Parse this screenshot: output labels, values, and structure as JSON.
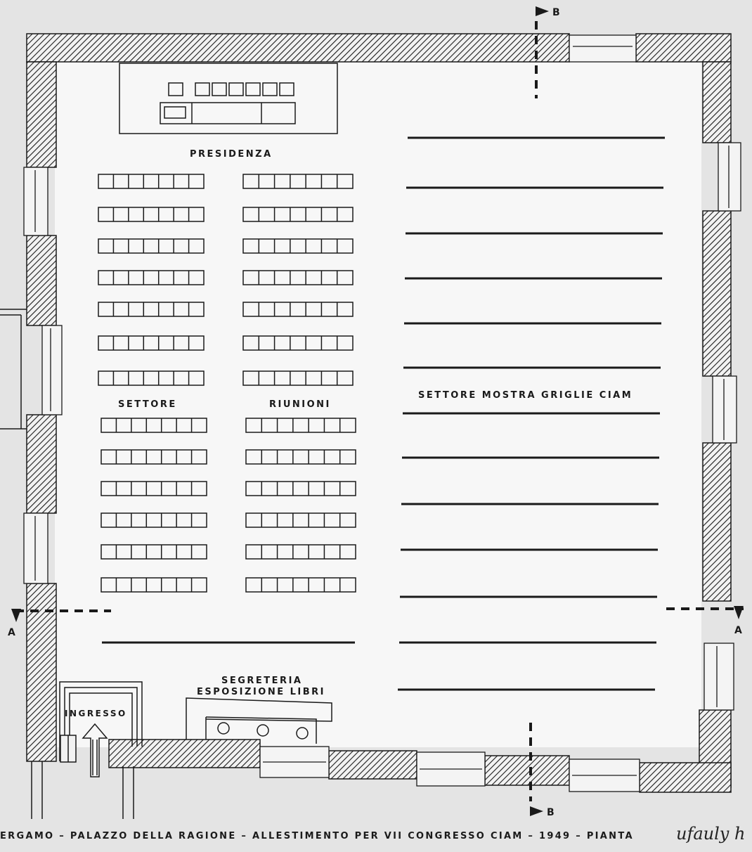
{
  "labels": {
    "presidenza": "PRESIDENZA",
    "settore": "SETTORE",
    "riunioni": "RIUNIONI",
    "mostra": "SETTORE MOSTRA GRIGLIE CIAM",
    "segreteria": "SEGRETERIA",
    "esposizione": "ESPOSIZIONE LIBRI",
    "ingresso": "INGRESSO"
  },
  "section_marks": {
    "a_left": "A",
    "a_right": "A",
    "b_top": "B",
    "b_bottom": "B"
  },
  "caption": "ERGAMO – PALAZZO DELLA RAGIONE – ALLESTIMENTO PER VII CONGRESSO CIAM – 1949 – PIANTA",
  "signature": "ufauly h",
  "seating": {
    "blocks": 2,
    "rows_per_block": 13,
    "seats_per_row": 7
  },
  "exhibition_panels": 13
}
